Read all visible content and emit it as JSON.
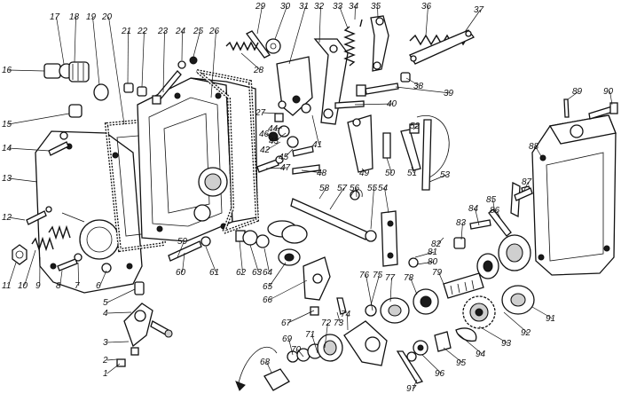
{
  "diagram": {
    "colors": {
      "ink": "#111111",
      "paper": "#ffffff"
    },
    "callouts": [
      "1",
      "2",
      "3",
      "4",
      "5",
      "6",
      "7",
      "8",
      "9",
      "10",
      "11",
      "12",
      "13",
      "14",
      "15",
      "16",
      "17",
      "18",
      "19",
      "20",
      "21",
      "22",
      "23",
      "24",
      "25",
      "26",
      "27",
      "28",
      "29",
      "30",
      "31",
      "32",
      "33",
      "34",
      "35",
      "36",
      "37",
      "38",
      "39",
      "40",
      "41",
      "42",
      "43",
      "44",
      "45",
      "46",
      "47",
      "48",
      "49",
      "50",
      "51",
      "52",
      "53",
      "54",
      "55",
      "56",
      "57",
      "58",
      "59",
      "60",
      "61",
      "62",
      "63",
      "64",
      "65",
      "66",
      "67",
      "68",
      "69",
      "70",
      "71",
      "72",
      "73",
      "74",
      "75",
      "76",
      "77",
      "78",
      "79",
      "80",
      "81",
      "82",
      "83",
      "84",
      "85",
      "86",
      "87",
      "88",
      "89",
      "90",
      "91",
      "92",
      "93",
      "94",
      "95",
      "96",
      "97"
    ]
  }
}
